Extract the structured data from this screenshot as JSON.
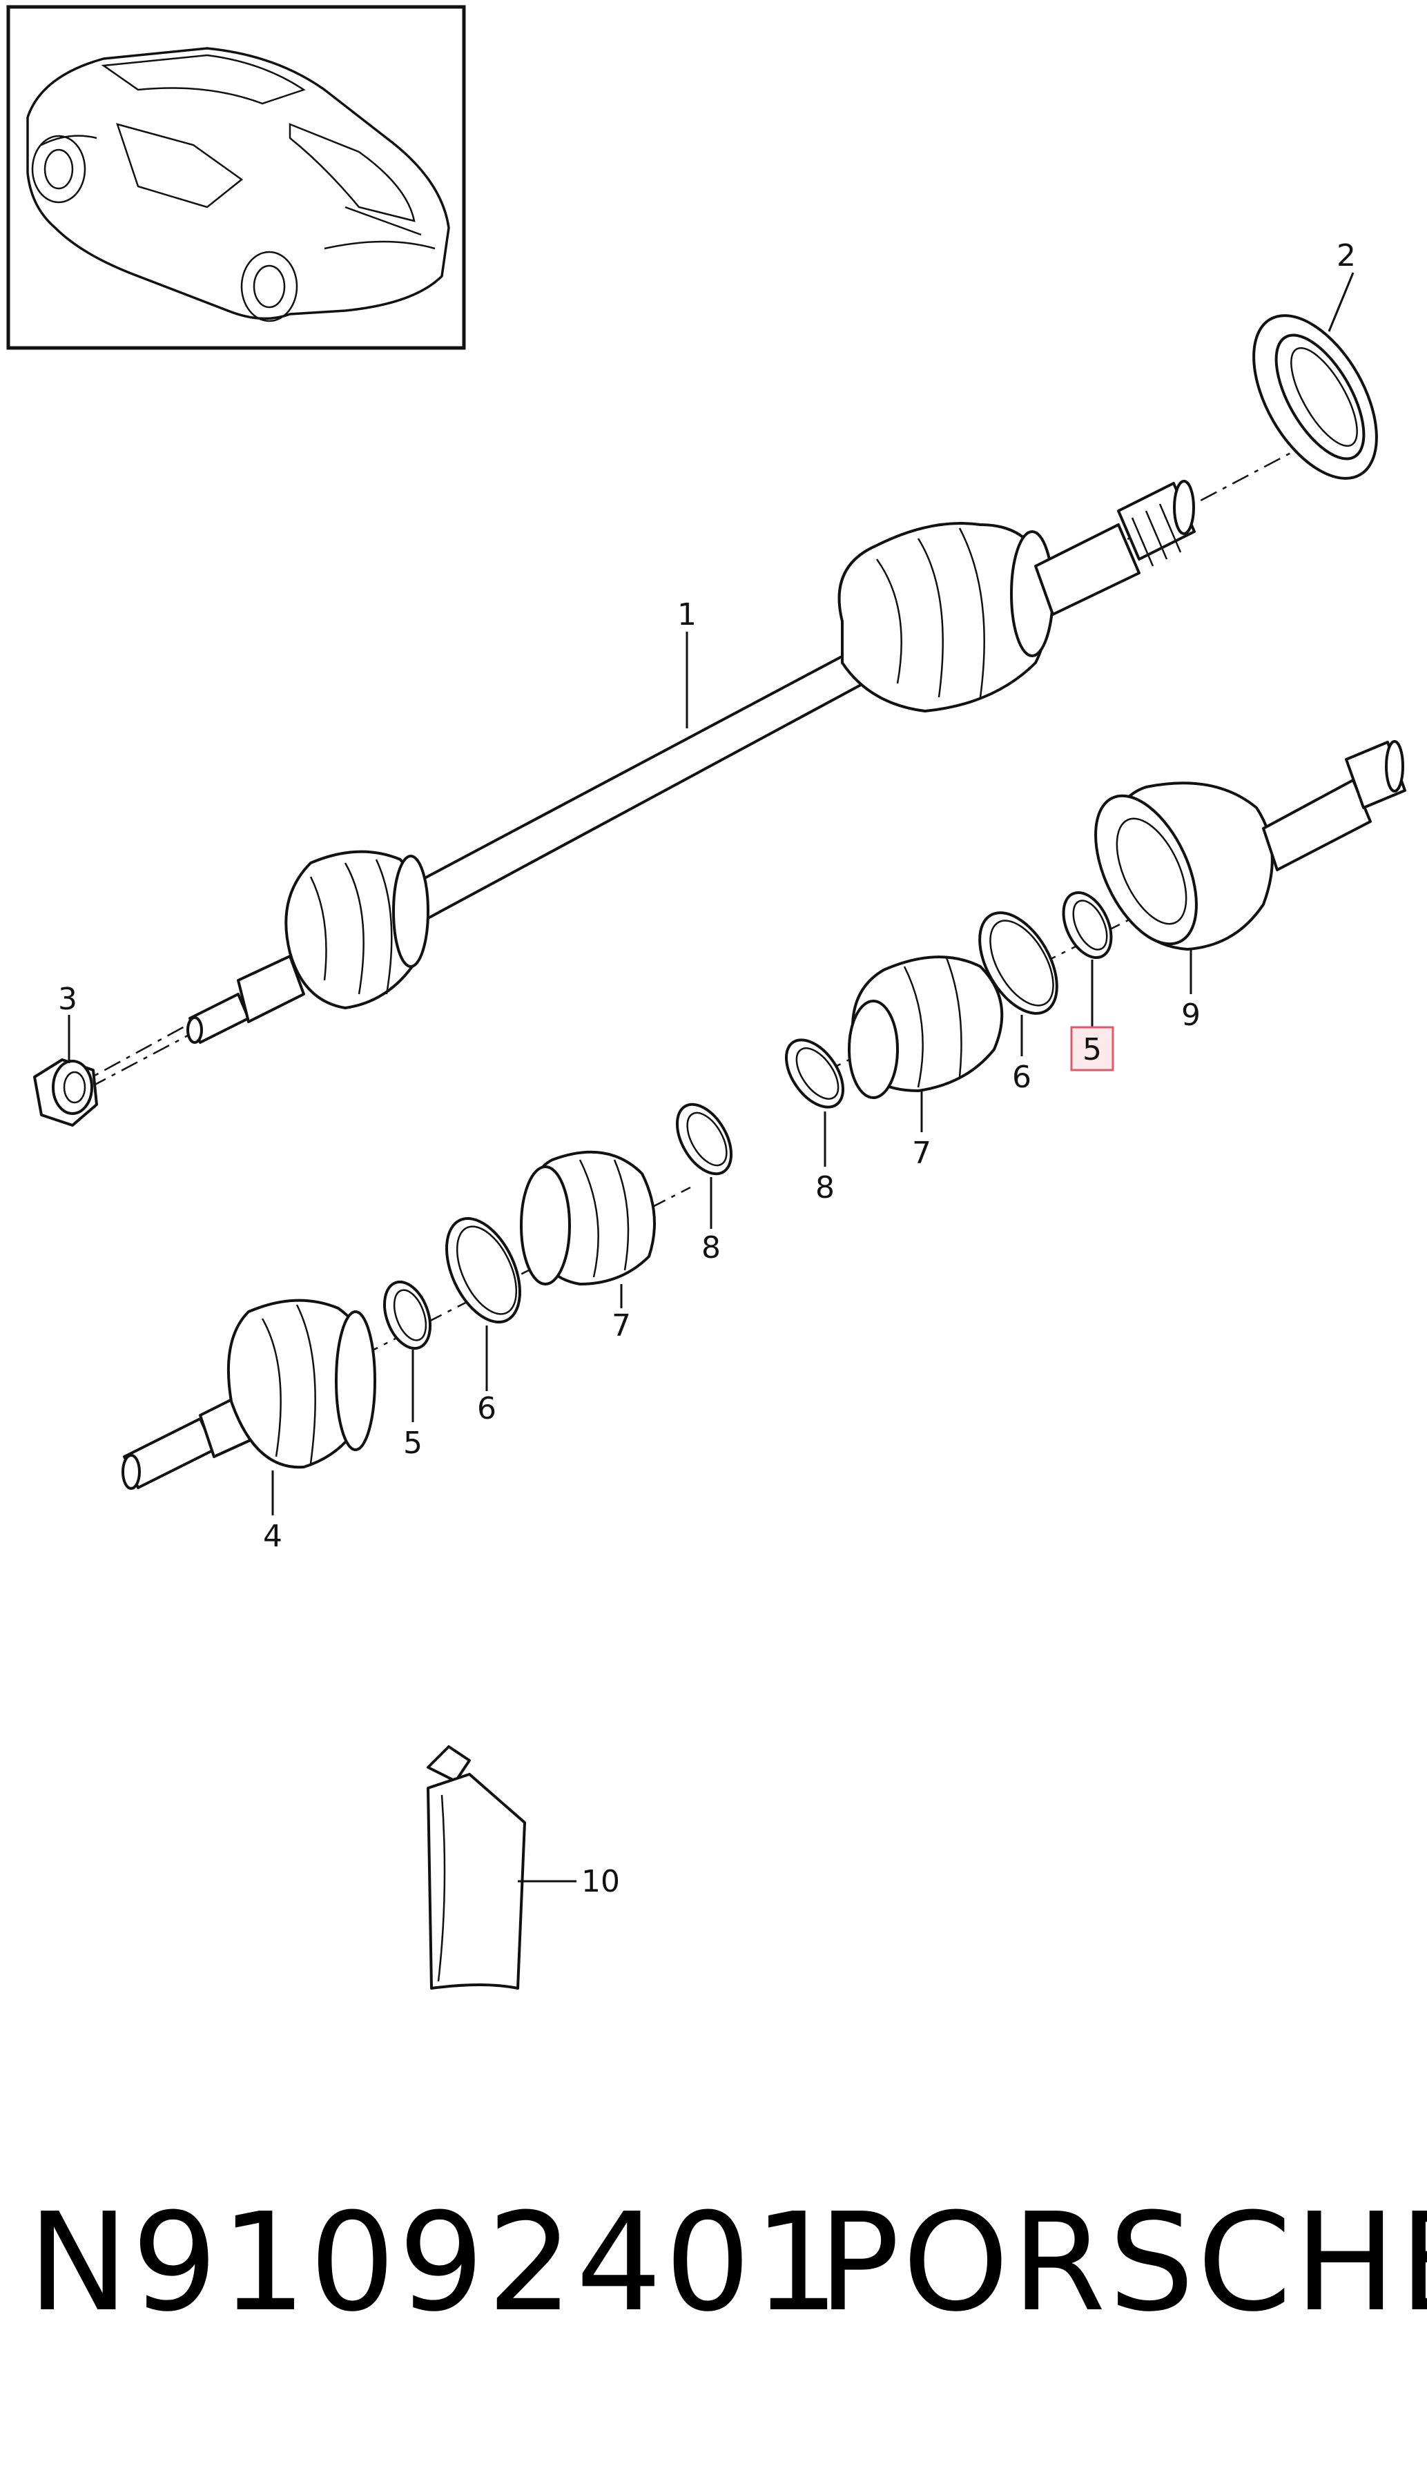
{
  "callouts": {
    "c1": "1",
    "c2": "2",
    "c3": "3",
    "c4": "4",
    "c5a": "5",
    "c5b": "5",
    "c6a": "6",
    "c6b": "6",
    "c7a": "7",
    "c7b": "7",
    "c8a": "8",
    "c8b": "8",
    "c9": "9",
    "c10": "10"
  },
  "highlight": {
    "callout": "5",
    "color": "#e05a6a"
  },
  "footer": {
    "part_number": "N91092401",
    "brand": "PORSCHE"
  },
  "icons": {
    "vehicle": "car-thumbnail-icon",
    "grease": "grease-tube-icon"
  }
}
